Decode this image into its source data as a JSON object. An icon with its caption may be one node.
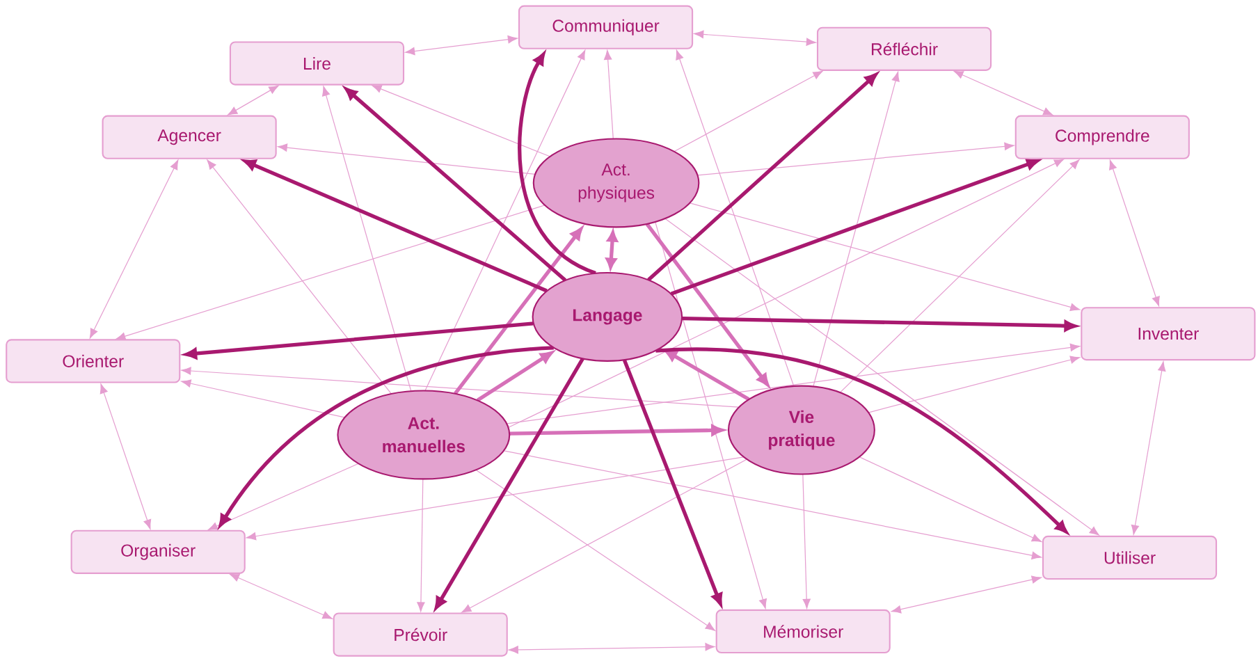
{
  "diagram": {
    "nodes": [
      {
        "text": [
          "Communiquer"
        ]
      },
      {
        "text": [
          "Lire"
        ]
      },
      {
        "text": [
          "Réfléchir"
        ]
      },
      {
        "text": [
          "Agencer"
        ]
      },
      {
        "text": [
          "Comprendre"
        ]
      },
      {
        "text": [
          "Act. physiques"
        ]
      },
      {
        "text": [
          "Langage"
        ]
      },
      {
        "text": [
          "Orienter"
        ]
      },
      {
        "text": [
          "Inventer"
        ]
      },
      {
        "text": [
          "Act. manuelles"
        ]
      },
      {
        "text": [
          "Vie pratique"
        ]
      },
      {
        "text": [
          "Organiser"
        ]
      },
      {
        "text": [
          "Utiliser"
        ]
      },
      {
        "text": [
          "Prévoir"
        ]
      },
      {
        "text": [
          "Mémoriser"
        ]
      }
    ],
    "edges": [
      {
        "from": 1,
        "to": 0,
        "arrow": "both"
      },
      {
        "from": 0,
        "to": 2,
        "arrow": "both"
      },
      {
        "from": 2,
        "to": 4,
        "arrow": "both"
      },
      {
        "from": 4,
        "to": 8,
        "arrow": "both"
      },
      {
        "from": 8,
        "to": 12,
        "arrow": "both"
      },
      {
        "from": 12,
        "to": 14,
        "arrow": "both"
      },
      {
        "from": 14,
        "to": 13,
        "arrow": "both"
      },
      {
        "from": 13,
        "to": 11,
        "arrow": "both"
      },
      {
        "from": 11,
        "to": 7,
        "arrow": "both"
      },
      {
        "from": 7,
        "to": 3,
        "arrow": "both"
      },
      {
        "from": 3,
        "to": 1,
        "arrow": "both"
      },
      {
        "from": 5,
        "to": 1,
        "arrow": "to"
      },
      {
        "from": 5,
        "to": 3,
        "arrow": "to"
      },
      {
        "from": 5,
        "to": 0,
        "arrow": "to"
      },
      {
        "from": 5,
        "to": 2,
        "arrow": "to"
      },
      {
        "from": 5,
        "to": 4,
        "arrow": "to"
      },
      {
        "from": 5,
        "to": 8,
        "arrow": "to"
      },
      {
        "from": 5,
        "to": 7,
        "arrow": "to"
      },
      {
        "from": 5,
        "to": 12,
        "arrow": "to"
      },
      {
        "from": 5,
        "to": 14,
        "arrow": "to"
      },
      {
        "from": 9,
        "to": 1,
        "arrow": "to"
      },
      {
        "from": 9,
        "to": 3,
        "arrow": "to"
      },
      {
        "from": 9,
        "to": 0,
        "arrow": "to"
      },
      {
        "from": 9,
        "to": 7,
        "arrow": "to"
      },
      {
        "from": 9,
        "to": 11,
        "arrow": "to"
      },
      {
        "from": 9,
        "to": 13,
        "arrow": "to"
      },
      {
        "from": 9,
        "to": 14,
        "arrow": "to"
      },
      {
        "from": 9,
        "to": 12,
        "arrow": "to"
      },
      {
        "from": 9,
        "to": 8,
        "arrow": "to"
      },
      {
        "from": 9,
        "to": 4,
        "arrow": "to"
      },
      {
        "from": 10,
        "to": 2,
        "arrow": "to"
      },
      {
        "from": 10,
        "to": 4,
        "arrow": "to"
      },
      {
        "from": 10,
        "to": 8,
        "arrow": "to"
      },
      {
        "from": 10,
        "to": 12,
        "arrow": "to"
      },
      {
        "from": 10,
        "to": 14,
        "arrow": "to"
      },
      {
        "from": 10,
        "to": 13,
        "arrow": "to"
      },
      {
        "from": 10,
        "to": 11,
        "arrow": "to"
      },
      {
        "from": 10,
        "to": 7,
        "arrow": "to"
      },
      {
        "from": 10,
        "to": 0,
        "arrow": "to"
      },
      {
        "from": 9,
        "to": 5,
        "arrow": "to",
        "style": "thick",
        "color": "#d670b8"
      },
      {
        "from": 5,
        "to": 10,
        "arrow": "to",
        "style": "thick",
        "color": "#d670b8"
      },
      {
        "from": 9,
        "to": 10,
        "arrow": "to",
        "style": "thick",
        "color": "#d670b8"
      },
      {
        "from": 10,
        "to": 6,
        "arrow": "to",
        "style": "thick",
        "color": "#d670b8"
      },
      {
        "from": 9,
        "to": 6,
        "arrow": "to",
        "style": "thick",
        "color": "#d670b8"
      },
      {
        "from": 6,
        "to": 5,
        "arrow": "both",
        "style": "thick",
        "color": "#d670b8"
      },
      {
        "from": 6,
        "to": 1,
        "arrow": "to",
        "style": "thick",
        "color": "#a8196f"
      },
      {
        "from": 6,
        "to": 3,
        "arrow": "to",
        "style": "thick",
        "color": "#a8196f"
      },
      {
        "from": 6,
        "to": 7,
        "arrow": "to",
        "style": "thick",
        "color": "#a8196f"
      },
      {
        "from": 6,
        "to": 0,
        "arrow": "to",
        "style": "thick",
        "color": "#a8196f"
      },
      {
        "from": 6,
        "to": 2,
        "arrow": "to",
        "style": "thick",
        "color": "#a8196f"
      },
      {
        "from": 6,
        "to": 4,
        "arrow": "to",
        "style": "thick",
        "color": "#a8196f"
      },
      {
        "from": 6,
        "to": 8,
        "arrow": "to",
        "style": "thick",
        "color": "#a8196f"
      },
      {
        "from": 6,
        "to": 14,
        "arrow": "to",
        "style": "thick",
        "color": "#a8196f"
      },
      {
        "from": 6,
        "to": 13,
        "arrow": "to",
        "style": "thick",
        "color": "#a8196f"
      },
      {
        "from": 6,
        "to": 11,
        "arrow": "to",
        "style": "thick",
        "color": "#a8196f"
      },
      {
        "from": 6,
        "to": 12,
        "arrow": "to",
        "style": "thick",
        "color": "#a8196f"
      }
    ]
  }
}
